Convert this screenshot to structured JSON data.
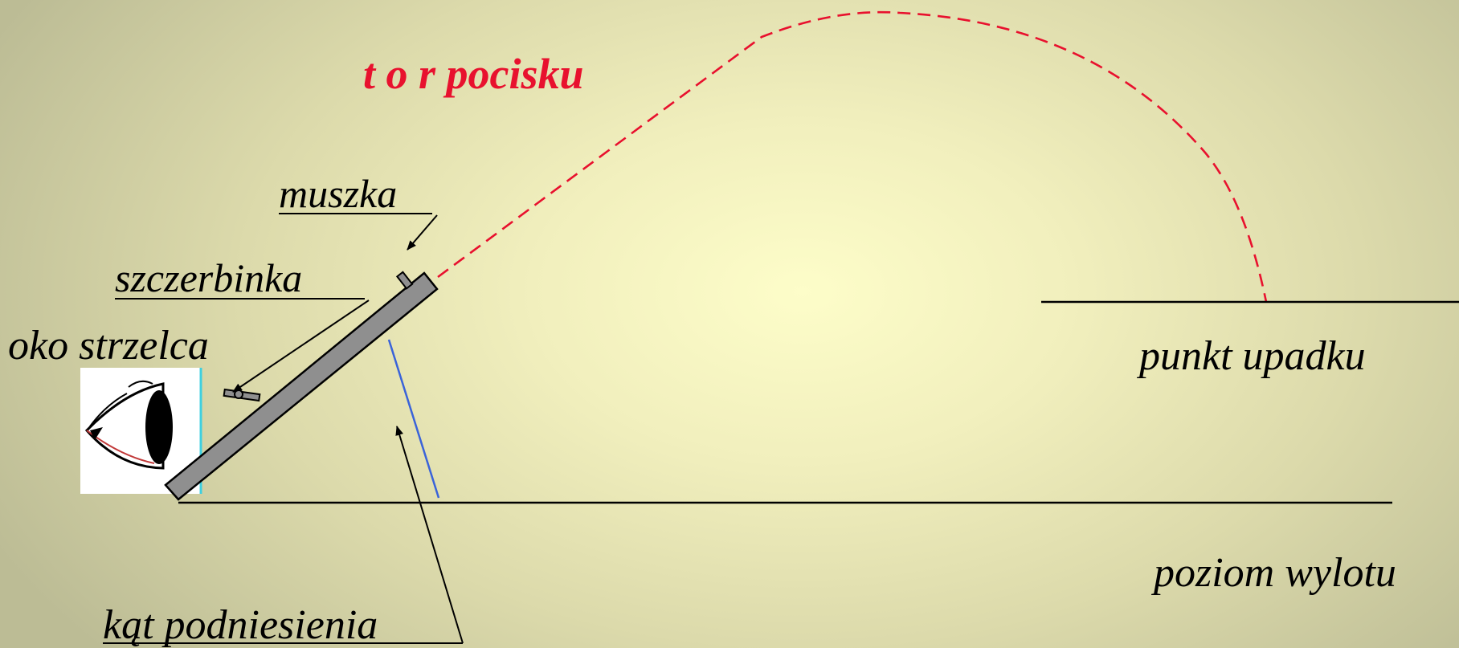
{
  "title": "t o r pocisku",
  "labels": {
    "front_sight": "muszka",
    "rear_sight": "szczerbinka",
    "shooter_eye": "oko strzelca",
    "impact_point": "punkt upadku",
    "muzzle_level": "poziom wylotu",
    "elevation_angle": "kąt podniesienia"
  },
  "colors": {
    "title": "#e8112e",
    "trajectory": "#e8112e",
    "angle_line": "#3a63d9",
    "barrel": "#8f8f8f"
  }
}
